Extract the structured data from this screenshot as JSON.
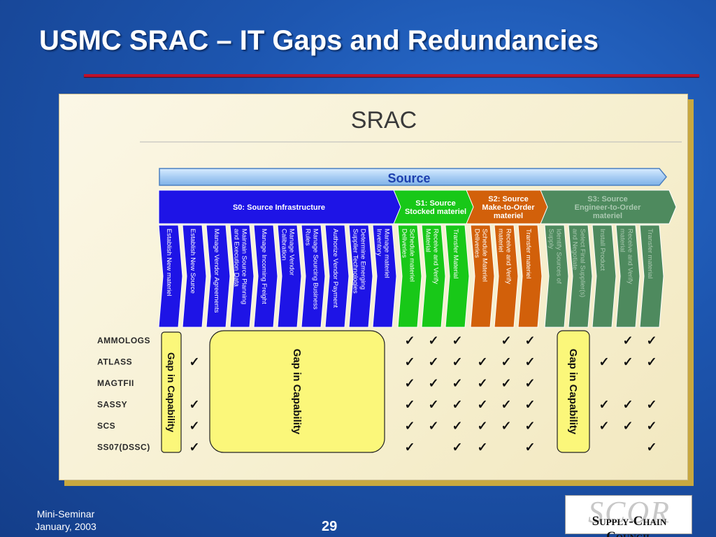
{
  "slide": {
    "title": "USMC SRAC – IT Gaps and Redundancies",
    "footer_line1": "Mini-Seminar",
    "footer_line2": "January, 2003",
    "page_number": "29",
    "logo_mark": "SCOR",
    "logo_text": "Supply-Chain Council"
  },
  "diagram": {
    "heading": "SRAC",
    "source_banner": "Source",
    "groups": [
      {
        "key": "s0",
        "label": "S0:  Source Infrastructure",
        "color": "#1e14e6"
      },
      {
        "key": "s1",
        "label": "S1: Source Stocked materiel",
        "color": "#18c818"
      },
      {
        "key": "s2",
        "label": "S2: Source Make-to-Order materiel",
        "color": "#d2600a"
      },
      {
        "key": "s3",
        "label": "S3:  Source Engineer-to-Order materiel",
        "color": "#4e8a5e"
      }
    ],
    "processes": [
      {
        "label": "Establish New materiel",
        "group": "s0"
      },
      {
        "label": "Establish New Source",
        "group": "s0"
      },
      {
        "label": "Manage Vendor Agreements",
        "group": "s0"
      },
      {
        "label": "Maintain Source Planning and Execution Data",
        "group": "s0"
      },
      {
        "label": "Manage Incoming Freight",
        "group": "s0"
      },
      {
        "label": "Manage Vendor Calibration",
        "group": "s0"
      },
      {
        "label": "Manage Sourcing Business Rules",
        "group": "s0"
      },
      {
        "label": "Authorize Vendor Payment",
        "group": "s0"
      },
      {
        "label": "Determine Emerging Supplier Technologies",
        "group": "s0"
      },
      {
        "label": "Manage materiel Inventory",
        "group": "s0"
      },
      {
        "label": "Schedule materiel Deliveries",
        "group": "s1"
      },
      {
        "label": "Receive and Verify Material",
        "group": "s1"
      },
      {
        "label": "Transfer Material",
        "group": "s1"
      },
      {
        "label": "Schedule Materiel Deliveries",
        "group": "s2"
      },
      {
        "label": "Receive and Verify materiel",
        "group": "s2"
      },
      {
        "label": "Transfer materiel",
        "group": "s2"
      },
      {
        "label": "Identify Sources of Supply",
        "group": "s3"
      },
      {
        "label": "Select Final Supplier(s) and Negotiate",
        "group": "s3"
      },
      {
        "label": "Install Product",
        "group": "s3"
      },
      {
        "label": "Receive and Verify material",
        "group": "s3"
      },
      {
        "label": "Transfer material",
        "group": "s3"
      }
    ],
    "systems": [
      "AMMOLOGS",
      "ATLASS",
      "MAGTFII",
      "SASSY",
      "SCS",
      "SS07(DSSC)"
    ],
    "gap_label": "Gap in Capability",
    "check_glyph": "✓",
    "checks": {
      "AMMOLOGS": [
        10,
        11,
        12,
        14,
        15,
        19,
        20
      ],
      "ATLASS": [
        1,
        10,
        11,
        12,
        13,
        14,
        15,
        18,
        19,
        20
      ],
      "MAGTFII": [
        10,
        11,
        12,
        13,
        14,
        15
      ],
      "SASSY": [
        1,
        10,
        11,
        12,
        13,
        14,
        15,
        18,
        19,
        20
      ],
      "SCS": [
        1,
        10,
        11,
        12,
        13,
        14,
        15,
        18,
        19,
        20
      ],
      "SS07(DSSC)": [
        1,
        10,
        12,
        13,
        15,
        20
      ]
    }
  }
}
